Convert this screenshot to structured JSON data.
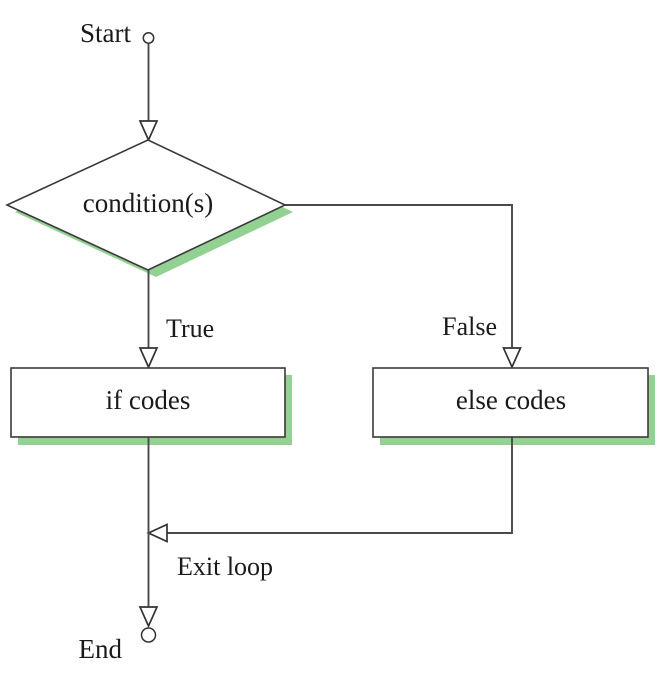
{
  "diagram": {
    "title": "if-else conditional flowchart",
    "accent_color": "#93d193",
    "stroke_color": "#3a3a3a",
    "line_color": "#4a4a4a",
    "background_color": "#ffffff",
    "nodes": {
      "start": {
        "label": "Start",
        "shape": "terminal-circle"
      },
      "condition": {
        "label": "condition(s)",
        "shape": "diamond"
      },
      "if_block": {
        "label": "if codes",
        "shape": "rectangle"
      },
      "else_block": {
        "label": "else codes",
        "shape": "rectangle"
      },
      "end": {
        "label": "End",
        "shape": "terminal-circle"
      }
    },
    "edges": {
      "true_branch": {
        "label": "True"
      },
      "false_branch": {
        "label": "False"
      },
      "merge": {
        "label": "Exit loop"
      }
    }
  }
}
